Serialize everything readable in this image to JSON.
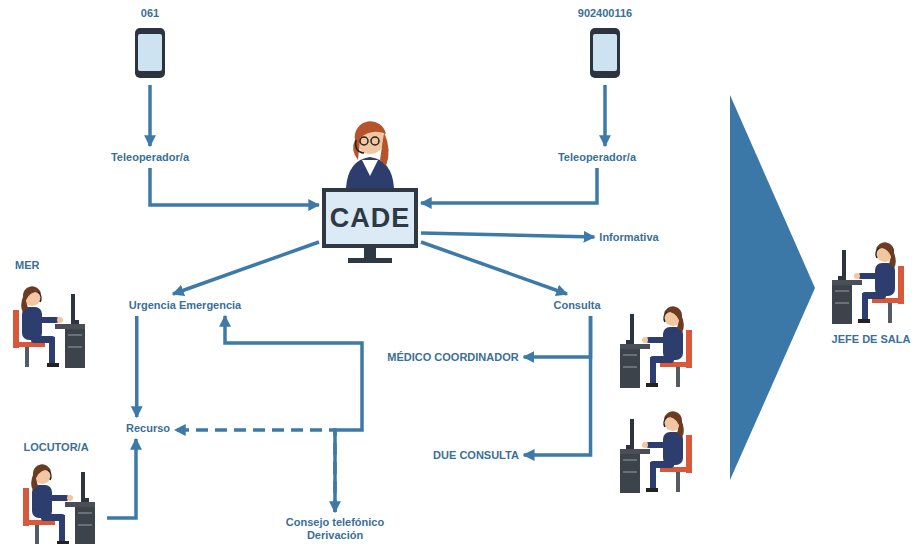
{
  "diagram": {
    "nodes": [
      {
        "text": [
          "061"
        ]
      },
      {
        "text": [
          "902400116"
        ]
      },
      {
        "text": [
          "Teleoperador/a"
        ]
      },
      {
        "text": [
          "Teleoperador/a"
        ]
      },
      {
        "text": [
          "CADE"
        ]
      },
      {
        "text": [
          "Informativa"
        ]
      },
      {
        "text": [
          "MER"
        ]
      },
      {
        "text": [
          "Urgencia Emergencia"
        ]
      },
      {
        "text": [
          "Consulta"
        ]
      },
      {
        "text": [
          "JEFE DE SALA"
        ]
      },
      {
        "text": [
          "MÉDICO COORDINADOR"
        ]
      },
      {
        "text": [
          "Recurso"
        ]
      },
      {
        "text": [
          "LOCUTOR/A"
        ]
      },
      {
        "text": [
          "DUE CONSULTA"
        ]
      },
      {
        "text": [
          "Consejo telefónico Derivación"
        ]
      }
    ],
    "edges": [
      {
        "from": 0,
        "to": 2,
        "arrow": "to"
      },
      {
        "from": 1,
        "to": 3,
        "arrow": "to"
      },
      {
        "from": 2,
        "to": 4,
        "arrow": "to"
      },
      {
        "from": 3,
        "to": 4,
        "arrow": "to"
      },
      {
        "from": 4,
        "to": 5,
        "arrow": "to"
      },
      {
        "from": 4,
        "to": 7,
        "arrow": "to"
      },
      {
        "from": 4,
        "to": 8,
        "arrow": "to"
      },
      {
        "from": 7,
        "to": 11,
        "arrow": "to"
      },
      {
        "from": 8,
        "to": 10,
        "arrow": "to"
      },
      {
        "from": 8,
        "to": 13,
        "arrow": "to"
      },
      {
        "from": 12,
        "to": 11,
        "arrow": "to"
      },
      {
        "from": 7,
        "to": 14,
        "arrow": "both"
      },
      {
        "from": 14,
        "to": 11,
        "arrow": "to"
      }
    ]
  }
}
